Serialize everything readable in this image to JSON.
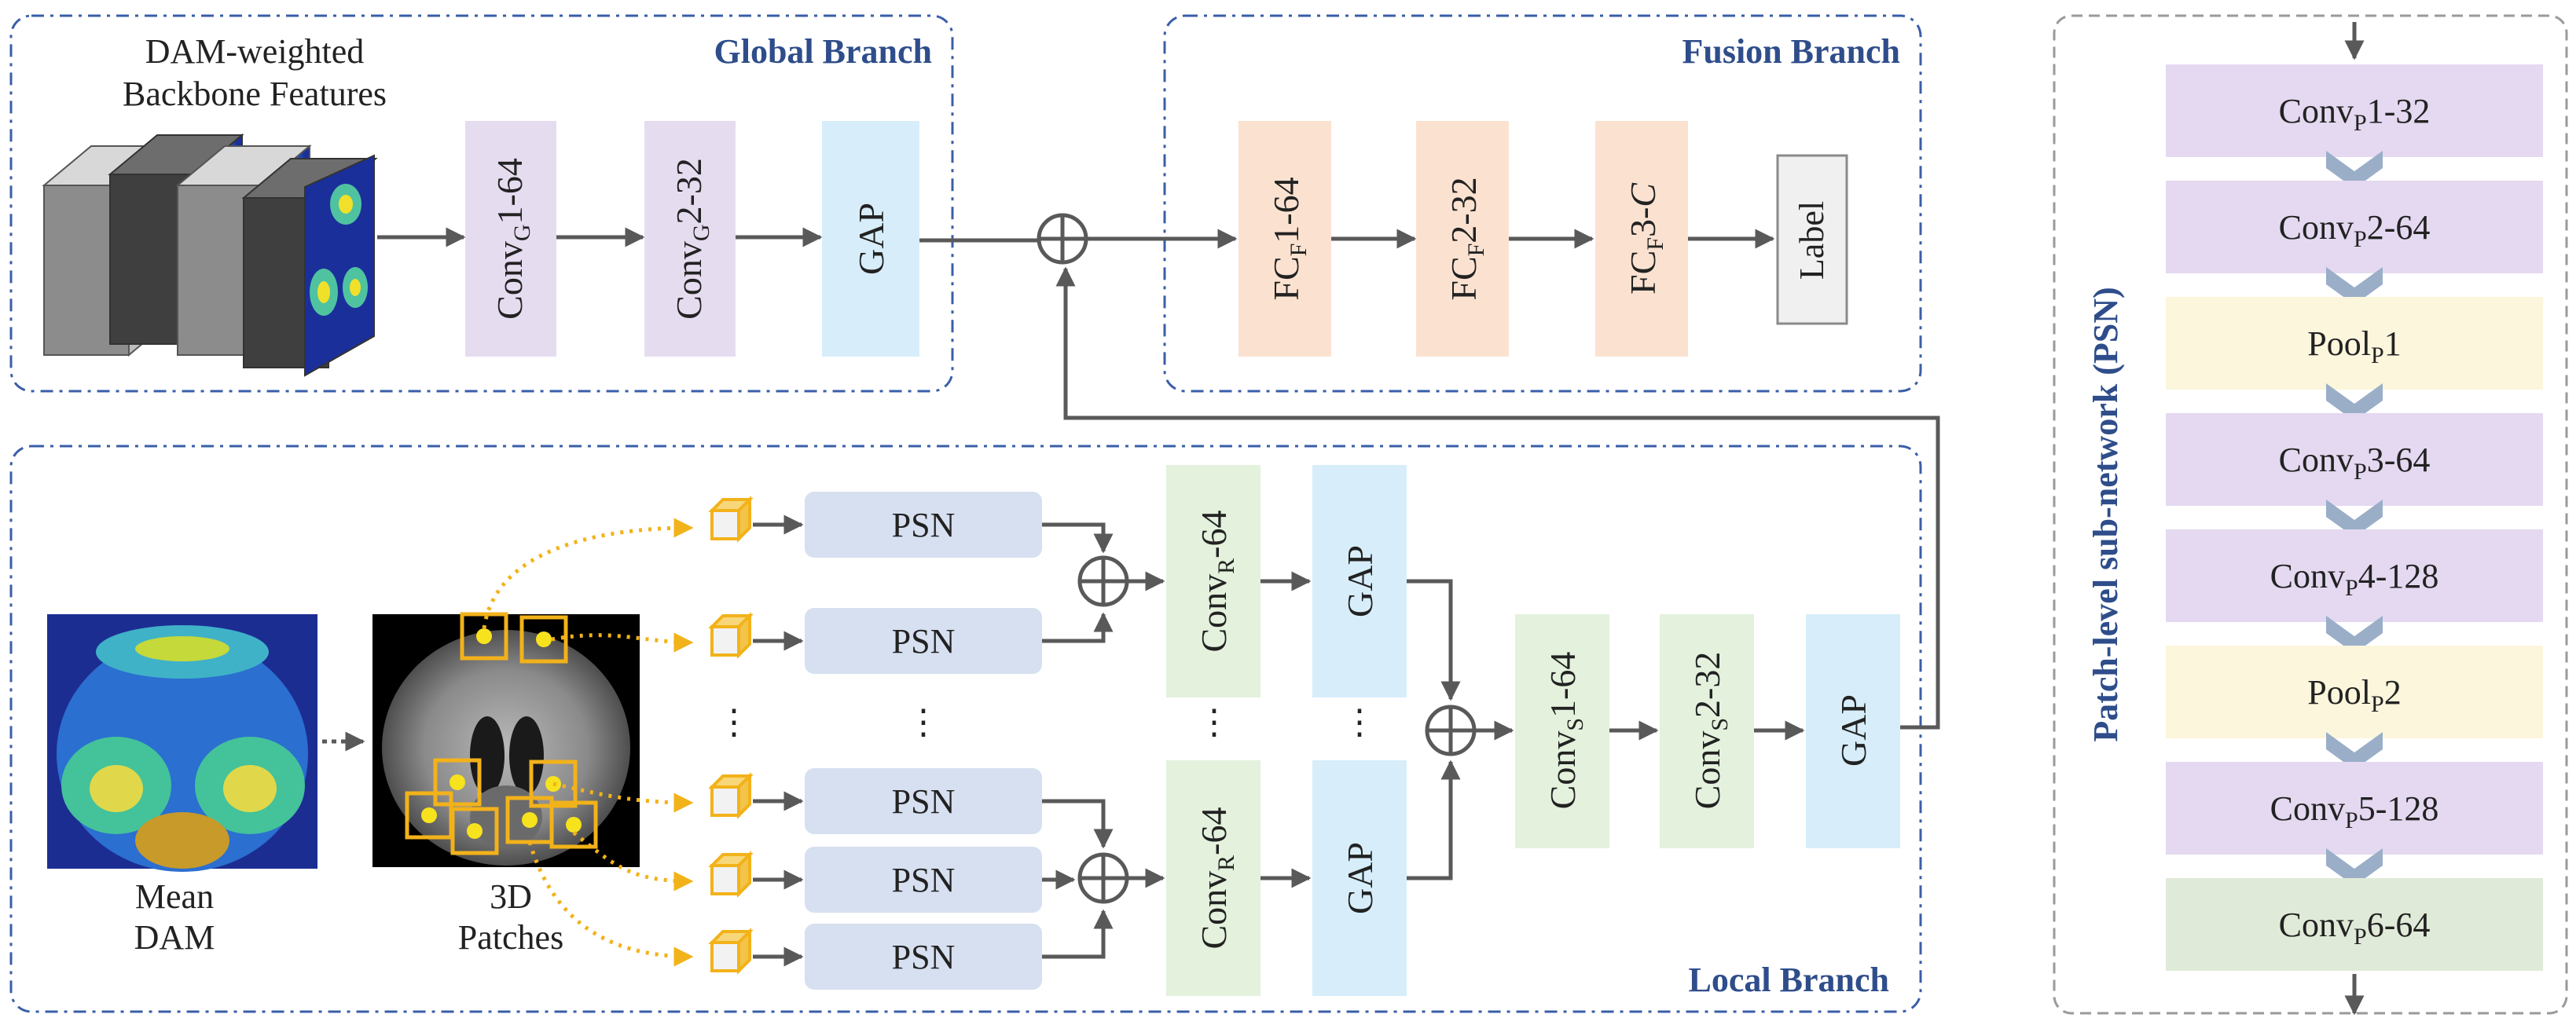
{
  "branches": {
    "global": "Global Branch",
    "fusion": "Fusion Branch",
    "local": "Local Branch"
  },
  "global_branch": {
    "input_caption_line1": "DAM-weighted",
    "input_caption_line2": "Backbone Features",
    "layers": [
      {
        "main": "Conv",
        "sub": "G",
        "tail": "1-64"
      },
      {
        "main": "Conv",
        "sub": "G",
        "tail": "2-32"
      },
      {
        "main": "GAP",
        "sub": "",
        "tail": ""
      }
    ]
  },
  "fusion_branch": {
    "layers": [
      {
        "main": "FC",
        "sub": "F",
        "tail": "1-64",
        "italic_tail": ""
      },
      {
        "main": "FC",
        "sub": "F",
        "tail": "2-32",
        "italic_tail": ""
      },
      {
        "main": "FC",
        "sub": "F",
        "tail": "3-",
        "italic_tail": "C"
      }
    ],
    "output": "Label"
  },
  "local_branch": {
    "mean_dam_line1": "Mean",
    "mean_dam_line2": "DAM",
    "patches_line1": "3D",
    "patches_line2": "Patches",
    "psn_label": "PSN",
    "region_conv": {
      "main": "Conv",
      "sub": "R",
      "tail": "-64"
    },
    "gap": "GAP",
    "subject_layers": [
      {
        "main": "Conv",
        "sub": "S",
        "tail": "1-64"
      },
      {
        "main": "Conv",
        "sub": "S",
        "tail": "2-32"
      },
      {
        "main": "GAP",
        "sub": "",
        "tail": ""
      }
    ],
    "ellipsis": "⋮"
  },
  "psn": {
    "title": "Patch-level sub-network (PSN)",
    "layers": [
      {
        "main": "Conv",
        "sub": "P",
        "tail": "1-32",
        "color": "#e4d9f1"
      },
      {
        "main": "Conv",
        "sub": "P",
        "tail": "2-64",
        "color": "#e4d9f1"
      },
      {
        "main": "Pool",
        "sub": "P",
        "tail": "1",
        "color": "#fbf6dc"
      },
      {
        "main": "Conv",
        "sub": "P",
        "tail": "3-64",
        "color": "#e4d9f1"
      },
      {
        "main": "Conv",
        "sub": "P",
        "tail": "4-128",
        "color": "#e4d9f1"
      },
      {
        "main": "Pool",
        "sub": "P",
        "tail": "2",
        "color": "#fbf6dc"
      },
      {
        "main": "Conv",
        "sub": "P",
        "tail": "5-128",
        "color": "#e4d9f1"
      },
      {
        "main": "Conv",
        "sub": "P",
        "tail": "6-64",
        "color": "#e0ead8"
      }
    ]
  },
  "colors": {
    "frame": "#3a5ea8",
    "arrow": "#595959",
    "global_conv": "#e6dcf0",
    "gap": "#d7eefa",
    "fc": "#fbe2d0",
    "local_conv": "#e3f1dd",
    "psn_box": "#d6e0f0",
    "patch": "#f2b21a",
    "psn_chevron": "#9aaec8"
  }
}
